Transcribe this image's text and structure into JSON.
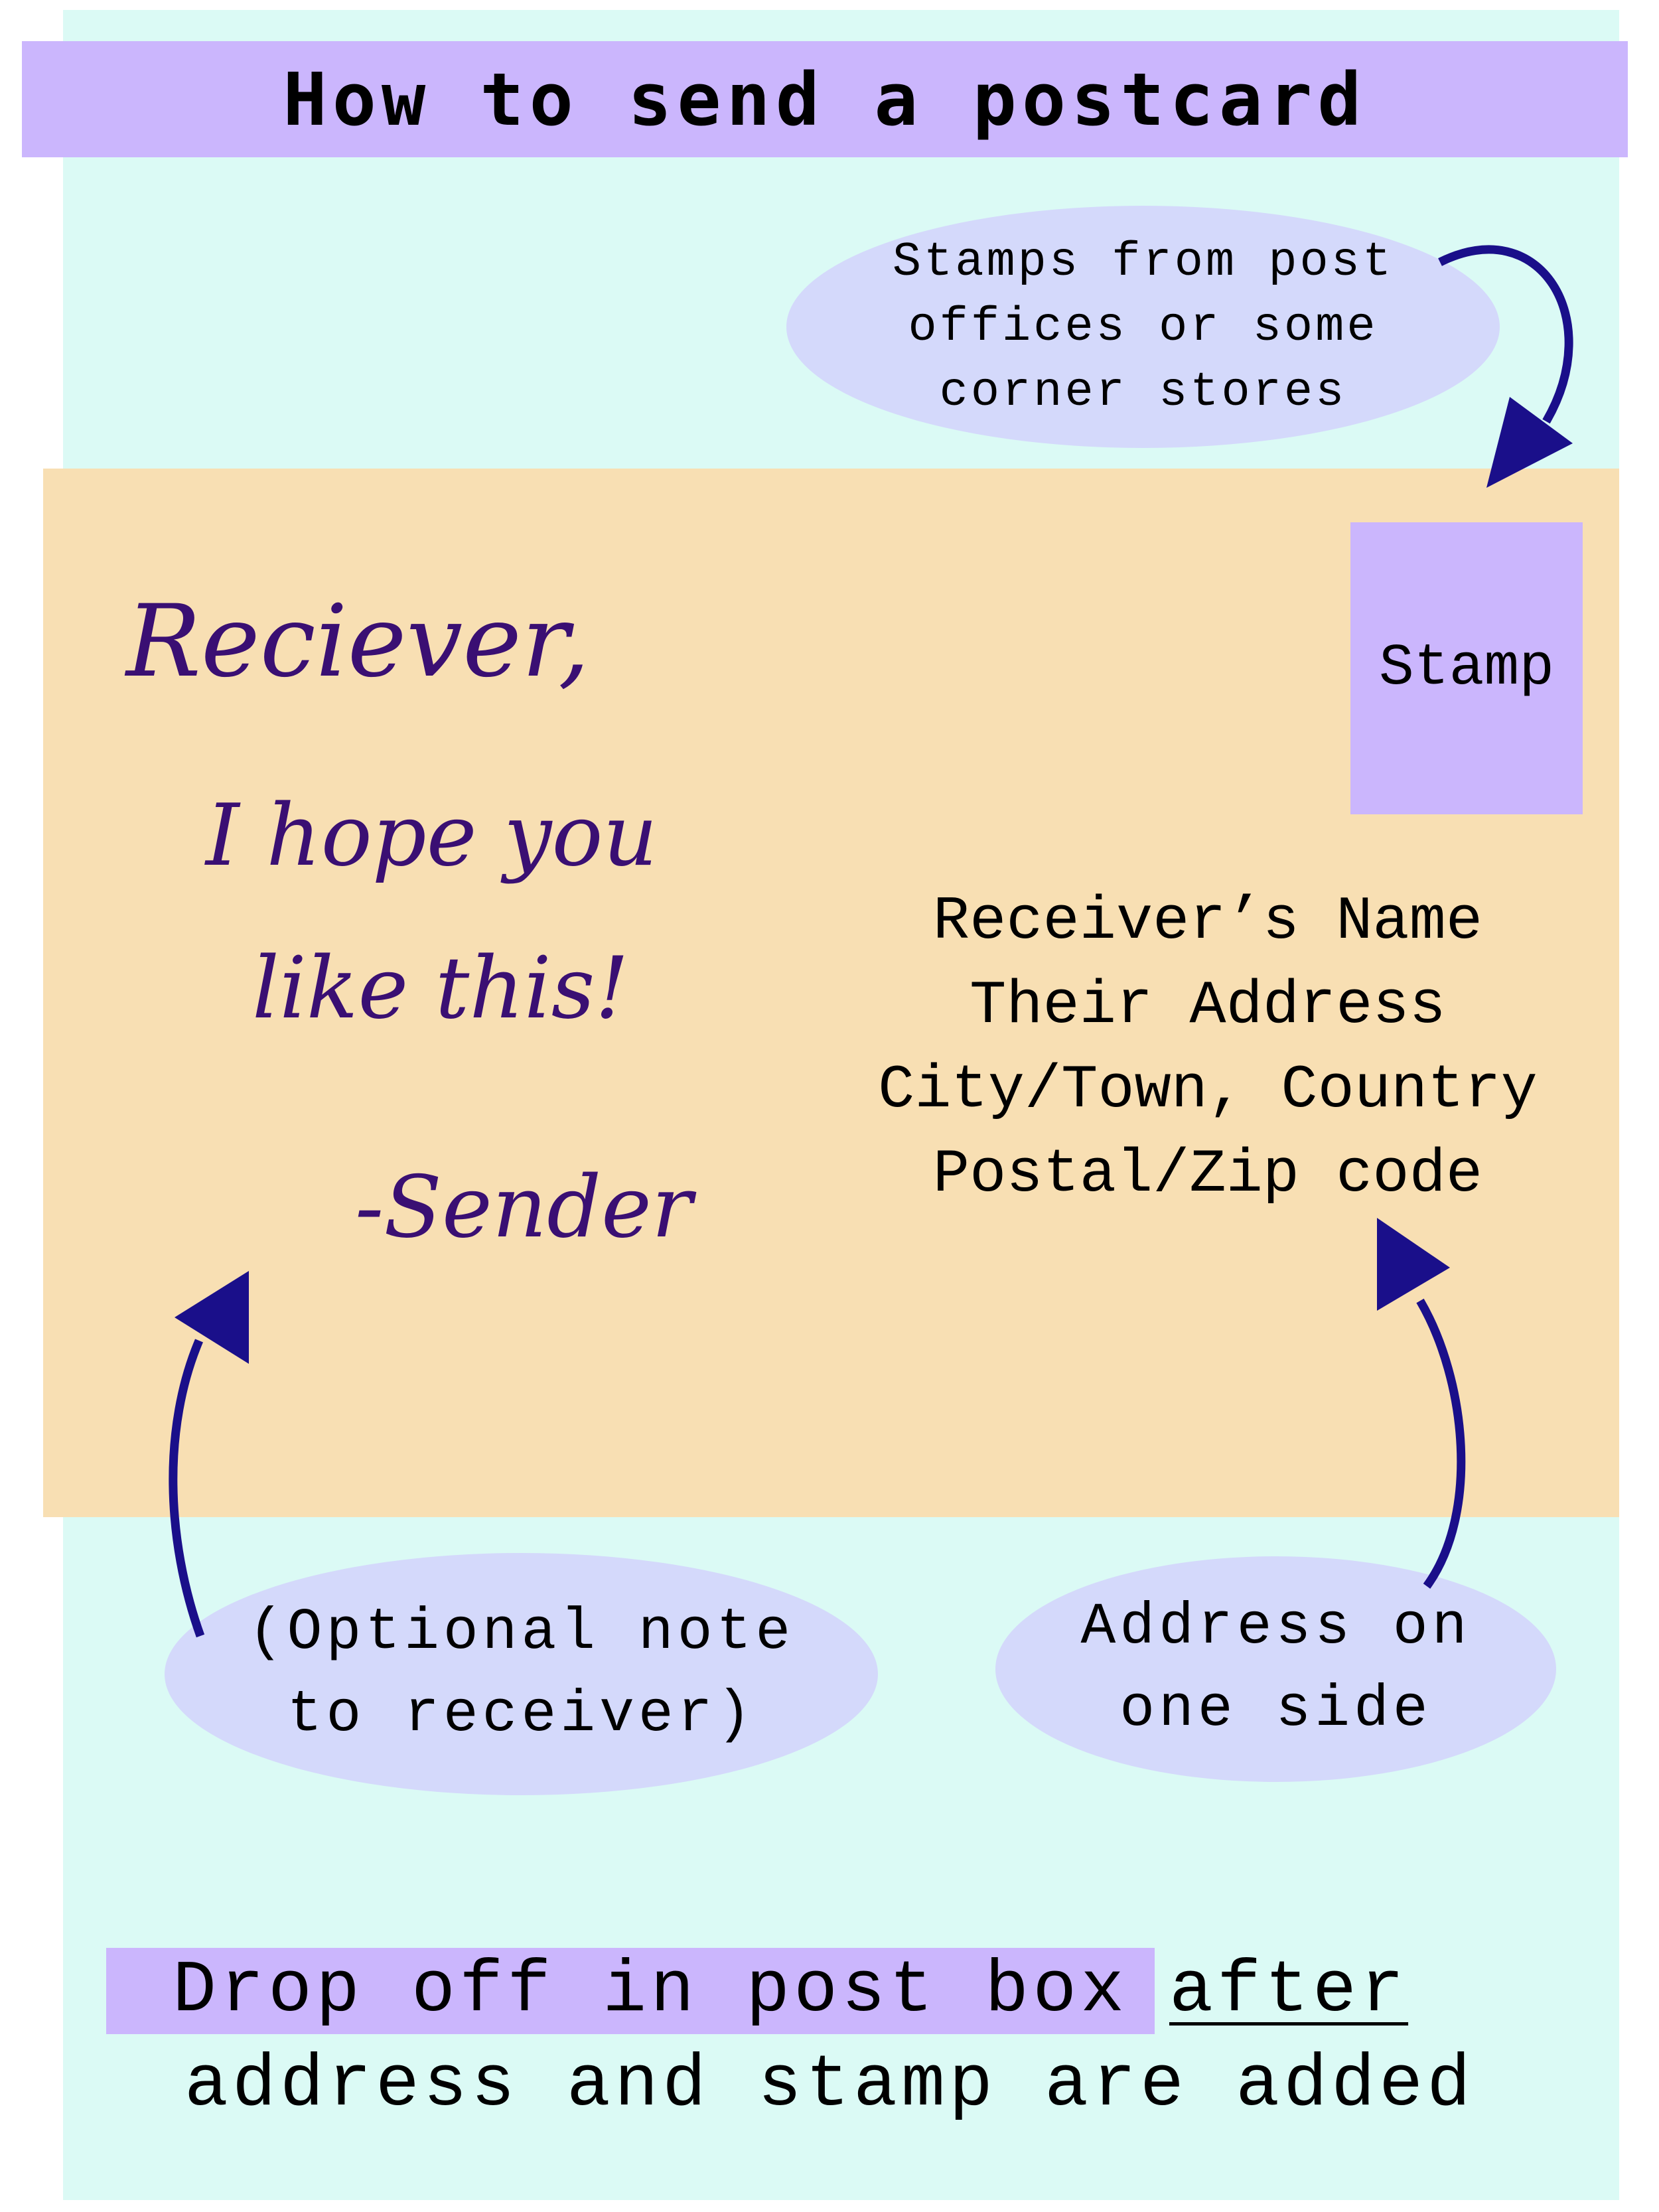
{
  "title": "How to send a postcard",
  "stamp_callout": [
    "Stamps from post",
    "offices or some",
    "corner stores"
  ],
  "postcard": {
    "stamp_label": "Stamp",
    "handwritten": {
      "greeting": "Reciever,",
      "line1": "I hope you",
      "line2": "like this!",
      "signature": "-Sender"
    },
    "address_lines": [
      "Receiver’s Name",
      "Their Address",
      "City/Town, Country",
      "Postal/Zip code"
    ]
  },
  "note_callout": [
    "(Optional note",
    "to receiver)"
  ],
  "address_callout": [
    "Address on",
    "one side"
  ],
  "footer": {
    "highlight": "Drop off in post box",
    "emphasis": "after",
    "line2": "address and stamp are added"
  },
  "colors": {
    "background": "#dbfaf5",
    "title_bar": "#cbb6fd",
    "postcard": "#f8dfb3",
    "stamp": "#cbb6fd",
    "bubble": "#d4d9fb",
    "arrow": "#1a0f8a",
    "handwriting": "#3a0f73"
  }
}
